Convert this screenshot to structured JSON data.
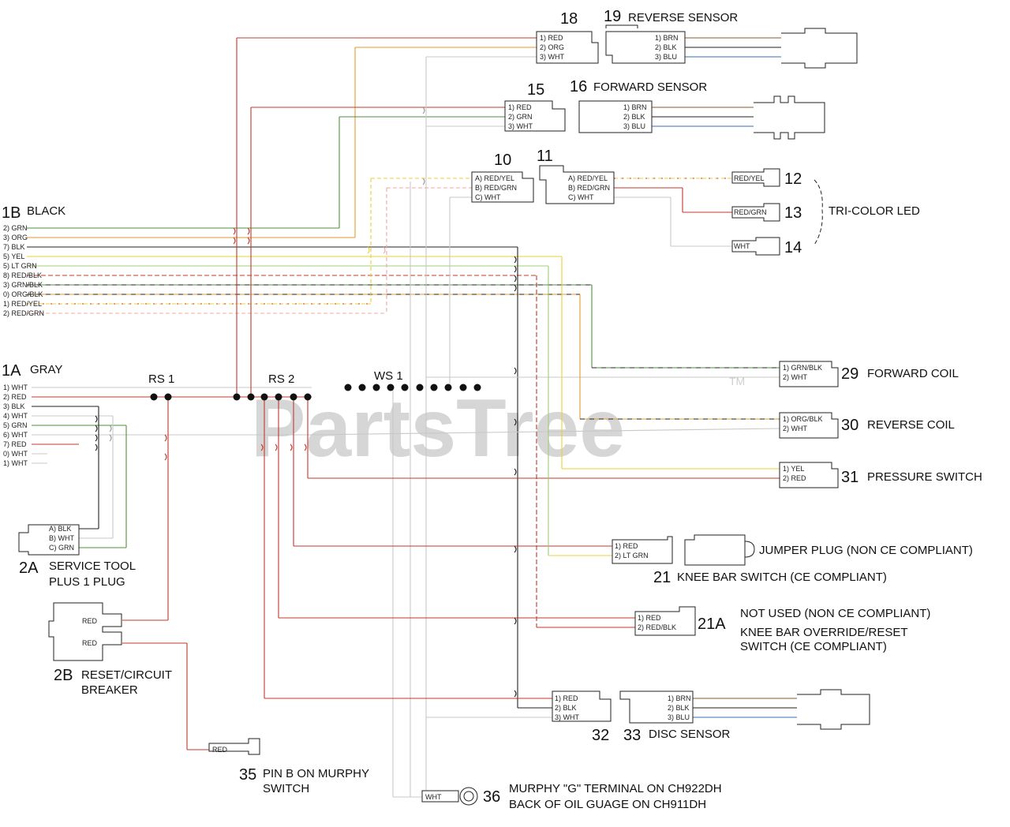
{
  "watermark": {
    "text": "PartsTree",
    "tm": "TM"
  },
  "colors": {
    "red": "#c0392b",
    "black": "#222222",
    "white": "#c8c8c8",
    "green": "#4f8f3a",
    "orange": "#e39a2d",
    "yellow": "#e8d23a",
    "brown": "#8b5a2b",
    "blue": "#3a6fb5",
    "pink": "#f2a7a7"
  },
  "harness_1b": {
    "num": "1B",
    "name": "BLACK",
    "pins": [
      "2) GRN",
      "3) ORG",
      "7) BLK",
      "5) YEL",
      "5) LT GRN",
      "8) RED/BLK",
      "3) GRN/BLK",
      "0) ORG/BLK",
      "1) RED/YEL",
      "2) RED/GRN"
    ]
  },
  "harness_1a": {
    "num": "1A",
    "name": "GRAY",
    "pins": [
      "1) WHT",
      "2) RED",
      "3) BLK",
      "4) WHT",
      "5) GRN",
      "6) WHT",
      "7) RED",
      "0) WHT",
      "1) WHT"
    ]
  },
  "splices": {
    "rs1": "RS 1",
    "rs2": "RS 2",
    "ws1": "WS 1"
  },
  "components": {
    "c2a": {
      "num": "2A",
      "line1": "SERVICE TOOL",
      "line2": "PLUS 1 PLUG",
      "pins": [
        "A) BLK",
        "B) WHT",
        "C) GRN"
      ]
    },
    "c2b": {
      "num": "2B",
      "line1": "RESET/CIRCUIT",
      "line2": "BREAKER",
      "pins": [
        "RED",
        "RED"
      ]
    },
    "c35": {
      "num": "35",
      "line1": "PIN B ON MURPHY",
      "line2": "SWITCH",
      "pin": "RED"
    },
    "c36": {
      "num": "36",
      "line1": "MURPHY \"G\" TERMINAL ON CH922DH",
      "line2": "BACK OF OIL GUAGE ON CH911DH",
      "pin": "WHT"
    },
    "c18": {
      "num": "18",
      "pins": [
        "1) RED",
        "2) ORG",
        "3) WHT"
      ]
    },
    "c19": {
      "num": "19",
      "name": "REVERSE SENSOR",
      "pins": [
        "1) BRN",
        "2) BLK",
        "3) BLU"
      ]
    },
    "c15": {
      "num": "15",
      "pins": [
        "1) RED",
        "2) GRN",
        "3) WHT"
      ]
    },
    "c16": {
      "num": "16",
      "name": "FORWARD SENSOR",
      "pins": [
        "1) BRN",
        "2) BLK",
        "3) BLU"
      ]
    },
    "c10": {
      "num": "10",
      "pins": [
        "A) RED/YEL",
        "B) RED/GRN",
        "C) WHT"
      ]
    },
    "c11": {
      "num": "11",
      "pins": [
        "A) RED/YEL",
        "B) RED/GRN",
        "C) WHT"
      ]
    },
    "c12": {
      "num": "12",
      "pin": "RED/YEL"
    },
    "c13": {
      "num": "13",
      "pin": "RED/GRN"
    },
    "c14": {
      "num": "14",
      "pin": "WHT"
    },
    "tri_led": {
      "name": "TRI-COLOR LED"
    },
    "c29": {
      "num": "29",
      "name": "FORWARD COIL",
      "pins": [
        "1) GRN/BLK",
        "2) WHT"
      ]
    },
    "c30": {
      "num": "30",
      "name": "REVERSE COIL",
      "pins": [
        "1) ORG/BLK",
        "2) WHT"
      ]
    },
    "c31": {
      "num": "31",
      "name": "PRESSURE SWITCH",
      "pins": [
        "1) YEL",
        "2) RED"
      ]
    },
    "c21": {
      "num": "21",
      "name": "KNEE BAR SWITCH (CE COMPLIANT)",
      "pins": [
        "1) RED",
        "2) LT GRN"
      ],
      "jumper": "JUMPER PLUG (NON CE COMPLIANT)"
    },
    "c21a": {
      "num": "21A",
      "line1": "NOT USED (NON CE COMPLIANT)",
      "line2": "KNEE BAR OVERRIDE/RESET",
      "line3": "SWITCH (CE COMPLIANT)",
      "pins": [
        "1) RED",
        "2) RED/BLK"
      ]
    },
    "c32": {
      "num": "32",
      "pins": [
        "1) RED",
        "2) BLK",
        "3) WHT"
      ]
    },
    "c33": {
      "num": "33",
      "name": "DISC SENSOR",
      "pins": [
        "1) BRN",
        "2) BLK",
        "3) BLU"
      ]
    }
  }
}
